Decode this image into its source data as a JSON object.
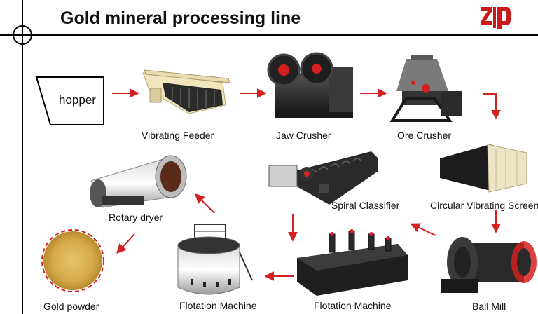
{
  "title": "Gold mineral processing line",
  "brand": {
    "logo_text": "ZD"
  },
  "hopper_label": "hopper",
  "equipment": {
    "vibrating_feeder": "Vibrating Feeder",
    "jaw_crusher": "Jaw Crusher",
    "ore_crusher": "Ore Crusher",
    "circular_vibrating_screen": "Circular Vibrating Screen",
    "ball_mill": "Ball Mill",
    "spiral_classifier": "Spiral Classifier",
    "flotation_machine_1": "Flotation Machine",
    "flotation_machine_2": "Flotation Machine",
    "rotary_dryer": "Rotary dryer",
    "gold_powder": "Gold powder"
  },
  "colors": {
    "arrow": "#d42020",
    "accent": "#cc1a1a",
    "machine": "#2a2a2a"
  }
}
